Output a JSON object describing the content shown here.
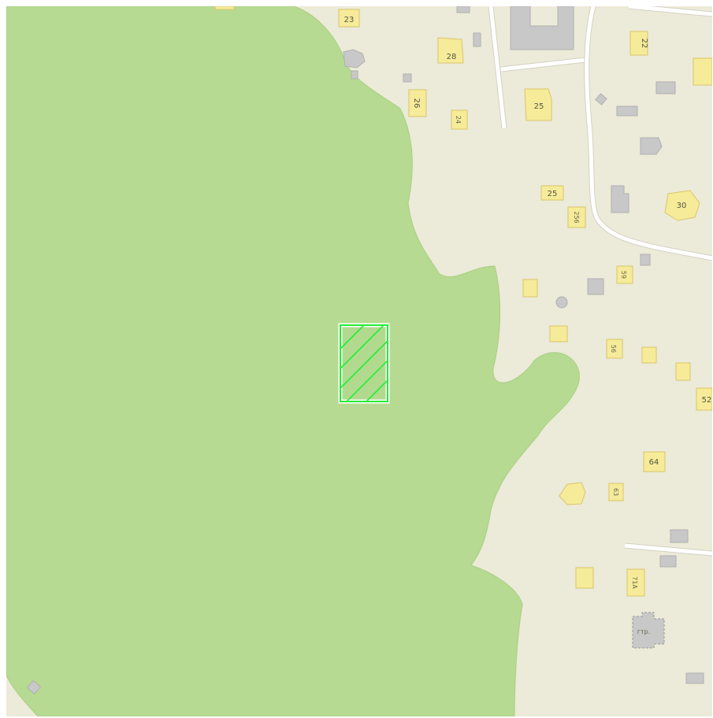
{
  "map": {
    "colors": {
      "land": "#ecead8",
      "forest": "#b6da91",
      "forest_edge": "#a9cf83",
      "building_yellow": "#f6eb99",
      "building_yellow_stroke": "#d9c66a",
      "building_gray": "#c8c8c8",
      "building_gray_stroke": "#b0b0b0",
      "road": "#ffffff",
      "road_casing": "#d4d2c4",
      "selection": "#22ee33",
      "label": "#555544"
    },
    "selected_parcel": {
      "icon": "hatched-parcel-selection"
    },
    "house_numbers": [
      "23",
      "28",
      "22",
      "26",
      "24",
      "25",
      "25",
      "256",
      "30",
      "59",
      "56",
      "52",
      "64",
      "63",
      "71A"
    ],
    "other_labels": [
      "гтр."
    ]
  }
}
